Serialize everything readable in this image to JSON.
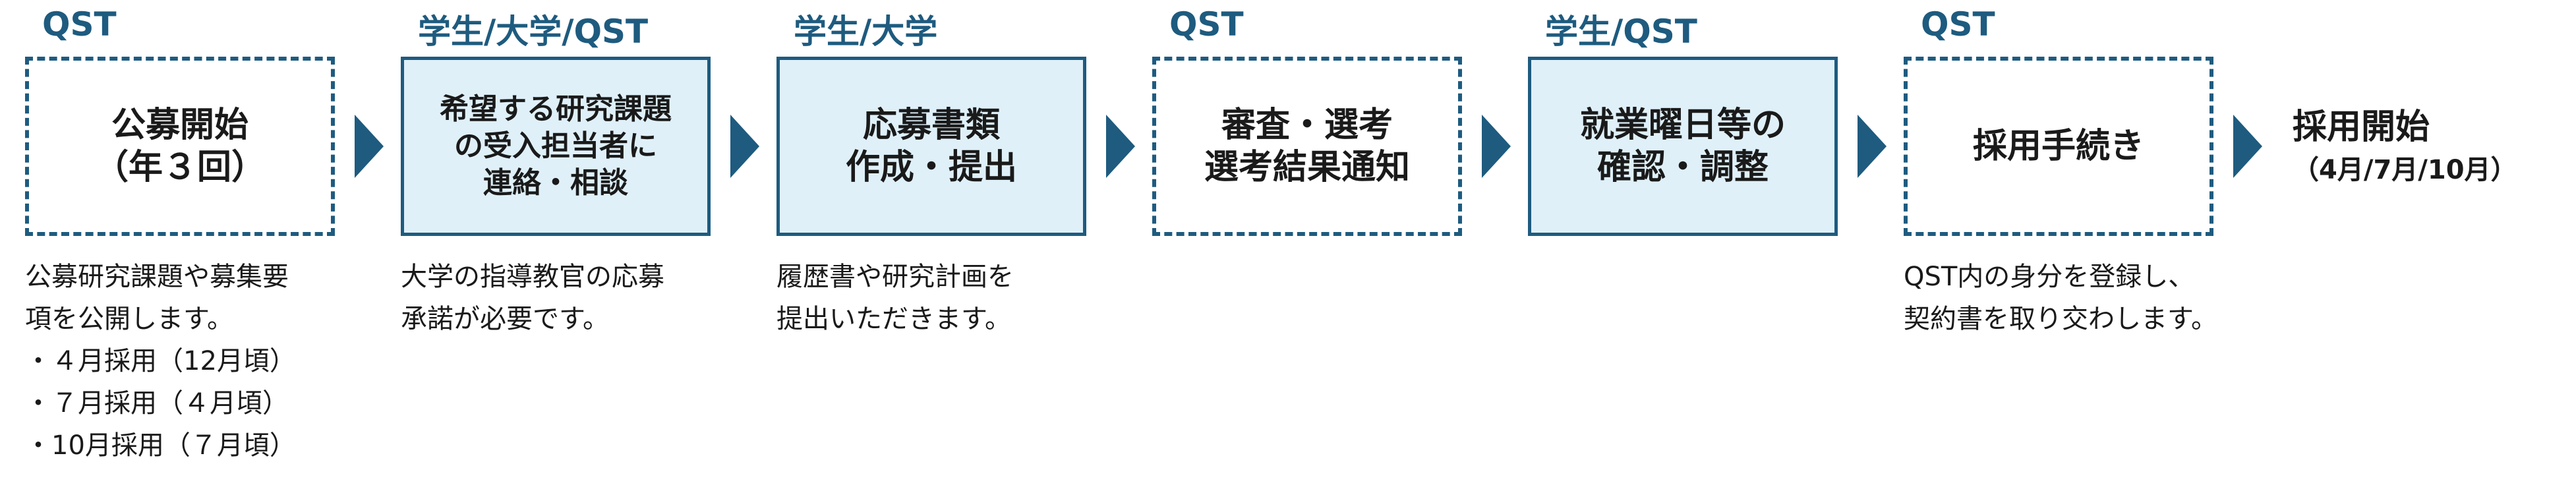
{
  "steps": [
    {
      "tag": "QST",
      "box_lines": [
        "公募開始",
        "（年３回）"
      ],
      "desc_lines": [
        "公募研究課題や募集要",
        "項を公開します。",
        "・４月採用（12月頃）",
        "・７月採用（４月頃）",
        "・10月採用（７月頃）"
      ]
    },
    {
      "tag": "学生/大学/QST",
      "box_lines": [
        "希望する研究課題",
        "の受入担当者に",
        "連絡・相談"
      ],
      "desc_lines": [
        "大学の指導教官の応募",
        "承諾が必要です。"
      ]
    },
    {
      "tag": "学生/大学",
      "box_lines": [
        "応募書類",
        "作成・提出"
      ],
      "desc_lines": [
        "履歴書や研究計画を",
        "提出いただきます。"
      ]
    },
    {
      "tag": "QST",
      "box_lines": [
        "審査・選考",
        "選考結果通知"
      ],
      "desc_lines": []
    },
    {
      "tag": "学生/QST",
      "box_lines": [
        "就業曜日等の",
        "確認・調整"
      ],
      "desc_lines": []
    },
    {
      "tag": "QST",
      "box_lines": [
        "採用手続き"
      ],
      "desc_lines": [
        "QST内の身分を登録し、",
        "契約書を取り交わします。"
      ]
    }
  ],
  "final": {
    "title": "採用開始",
    "subtitle": "（4月/7月/10月）"
  },
  "colors": {
    "accent": "#1e5b7f",
    "fill": "#dff0f9"
  }
}
